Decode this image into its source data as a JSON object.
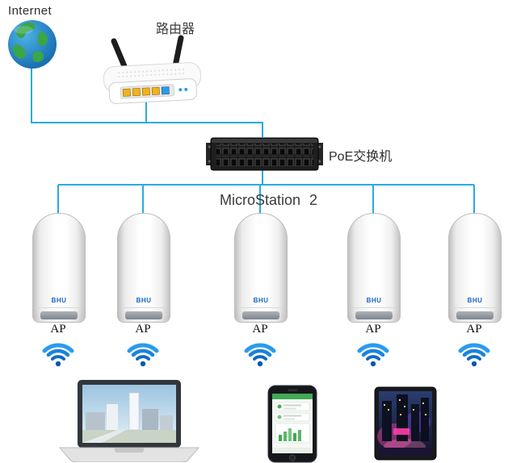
{
  "diagram": {
    "internet_label": "Internet",
    "router_label": "路由器",
    "poe_switch_label": "PoE交换机",
    "station_label": "MicroStation 2",
    "ap_logo": "BHU",
    "aps": [
      {
        "label": "AP"
      },
      {
        "label": "AP"
      },
      {
        "label": "AP"
      },
      {
        "label": "AP"
      },
      {
        "label": "AP"
      }
    ],
    "icons": {
      "internet": "globe-icon",
      "router": "wireless-router-icon",
      "poe_switch": "poe-switch-icon",
      "access_point": "outdoor-ap-icon",
      "wifi": "wifi-signal-icon",
      "laptop": "laptop-icon",
      "phone": "smartphone-icon",
      "display": "digital-signage-icon"
    },
    "colors": {
      "connection_line": "#29abe2",
      "wifi_blue": "#1579d0",
      "globe_ocean": "#1b75bc",
      "globe_land": "#3aa648",
      "background": "#ffffff"
    }
  }
}
